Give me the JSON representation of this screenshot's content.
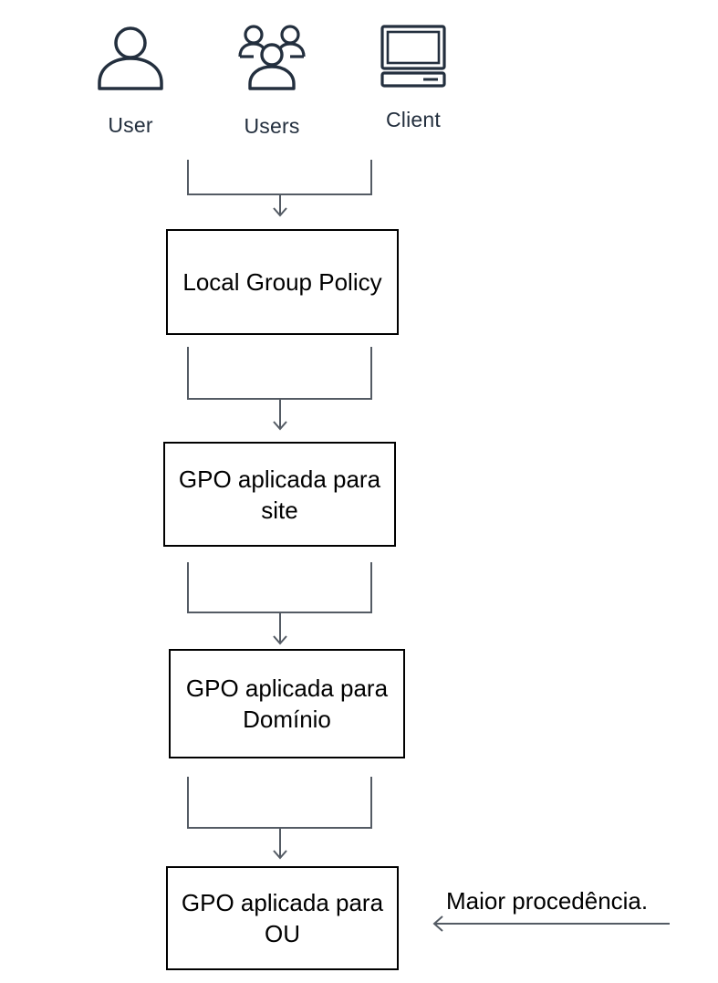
{
  "actors": [
    {
      "label": "User",
      "icon": "user-icon"
    },
    {
      "label": "Users",
      "icon": "users-group-icon"
    },
    {
      "label": "Client",
      "icon": "client-computer-icon"
    }
  ],
  "steps": [
    {
      "lines": [
        "Local Group Policy"
      ]
    },
    {
      "lines": [
        "GPO aplicada para",
        "site"
      ]
    },
    {
      "lines": [
        "GPO aplicada para",
        "Domínio"
      ]
    },
    {
      "lines": [
        "GPO aplicada para",
        "OU"
      ]
    }
  ],
  "note": {
    "text": "Maior procedência."
  },
  "colors": {
    "icon_stroke": "#232f3e",
    "connector": "#545b64",
    "box_border": "#000000"
  }
}
